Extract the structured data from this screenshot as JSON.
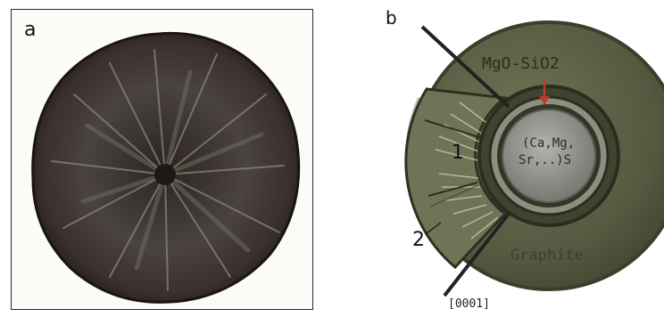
{
  "panels": {
    "a": {
      "label": "a"
    },
    "b": {
      "label": "b",
      "annotations": {
        "mgo_sio2": "MgO-SiO2",
        "core_line1": "(Ca,Mg,",
        "core_line2": "Sr,..)S",
        "zone_1": "1",
        "zone_2": "2",
        "graphite": "Graphite",
        "axis": "[0001]"
      }
    }
  },
  "colors": {
    "graphite_disk": "#5a6044",
    "core": "#8e8f88",
    "arrow": "#c0392b"
  }
}
